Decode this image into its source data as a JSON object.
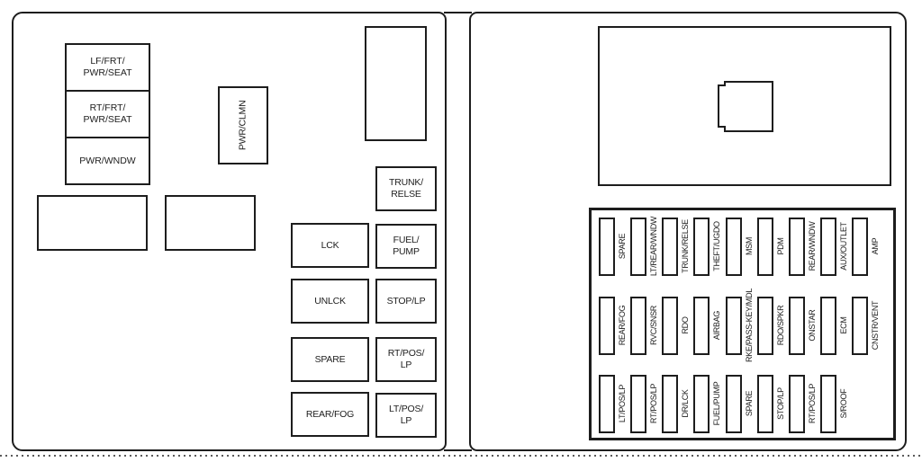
{
  "colors": {
    "background": "#ffffff",
    "line": "#1d1d1d"
  },
  "left_panel": {
    "relay_stack": {
      "cells": [
        "LF/FRT/\nPWR/SEAT",
        "RT/FRT/\nPWR/SEAT",
        "PWR/WNDW"
      ]
    },
    "pwr_clmn": "PWR/CLMN",
    "trunk_relse": "TRUNK/\nRELSE",
    "col1": [
      "LCK",
      "UNLCK",
      "SPARE",
      "REAR/FOG"
    ],
    "col2": [
      "FUEL/\nPUMP",
      "STOP/LP",
      "RT/POS/\nLP",
      "LT/POS/\nLP"
    ]
  },
  "right_panel": {
    "row1": [
      "SPARE",
      "LT/REAR/WNDW",
      "TRUNK/RELSE",
      "THEFT/UGDO",
      "MSM",
      "PDM",
      "REAR/WNDW",
      "AUX/OUTLET",
      "AMP"
    ],
    "row2": [
      "REAR/FOG",
      "RVC/SNSR",
      "RDO",
      "AIRBAG",
      "RKE/PASS-KEY/MDL",
      "RDO/SPKR",
      "ONSTAR",
      "ECM",
      "CNSTR/VENT"
    ],
    "row3": [
      "LT/POS/LP",
      "RT/POS/LP",
      "DR/LCK",
      "FUEL/PUMP",
      "SPARE",
      "STOP/LP",
      "RT/POS/LP",
      "S/ROOF"
    ]
  }
}
